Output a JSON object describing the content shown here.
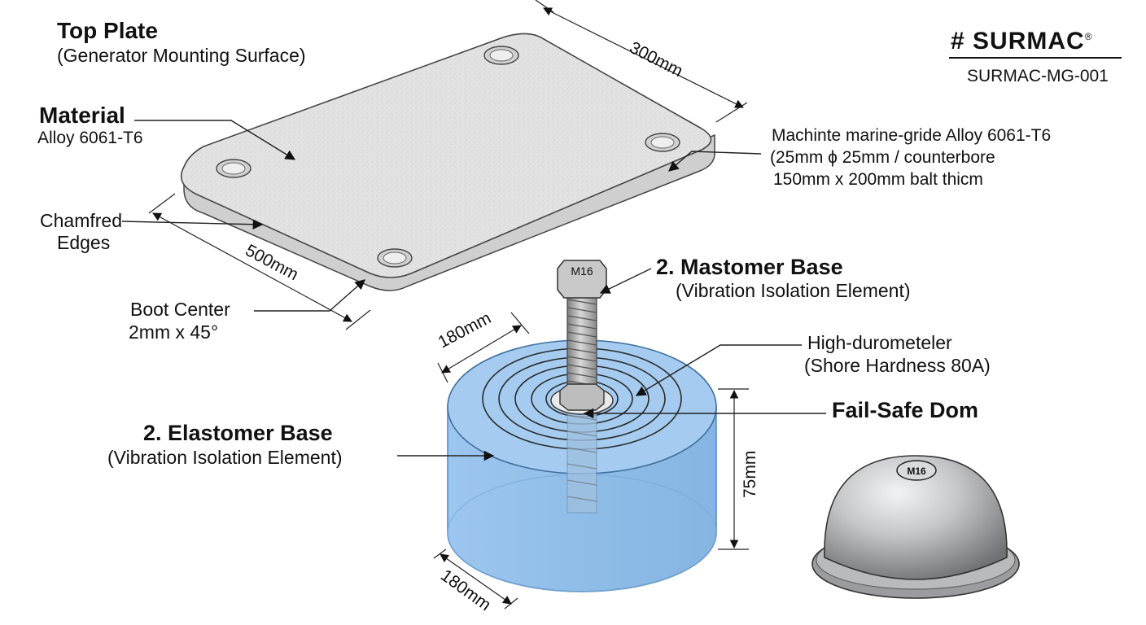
{
  "brand": {
    "logo_text": "# SURMAC",
    "registered_mark": "®",
    "part_number": "SURMAC-MG-001"
  },
  "top_plate": {
    "title": "Top Plate",
    "subtitle": "(Generator Mounting Surface)"
  },
  "material": {
    "title": "Material",
    "value": "Alloy 6061-T6"
  },
  "chamfer": {
    "line1": "Chamfred",
    "line2": "Edges"
  },
  "boot_center": {
    "line1": "Boot Center",
    "line2": "2mm x 45°"
  },
  "plate_note": {
    "line1": "Machinte marine-gride Alloy 6061-T6",
    "line2": "(25mm ϕ 25mm / counterbore",
    "line3": "150mm x 200mm balt thicm"
  },
  "dimensions": {
    "plate_length": "300mm",
    "plate_width": "500mm",
    "base_top_diameter": "180mm",
    "base_height": "75mm",
    "base_bottom_diameter": "180mm"
  },
  "bolt": {
    "size_label": "M16"
  },
  "mastomer_base": {
    "title": "2. Mastomer Base",
    "subtitle": "(Vibration Isolation Element)"
  },
  "durometer": {
    "line1": "High-durometeler",
    "line2": "(Shore Hardness 80A)"
  },
  "fail_safe": {
    "title": "Fail-Safe Dom",
    "cap_label": "M16"
  },
  "elastomer_base": {
    "title": "2. Elastomer Base",
    "subtitle": "(Vibration Isolation Element)"
  },
  "colors": {
    "plate_fill": "#e4e4e4",
    "plate_edge": "#cfcfcf",
    "elastomer_fill": "#8fbde8",
    "elastomer_edge": "#5d8fc4",
    "bolt_metal": "#a9a9a9",
    "dome_metal": "#c4c6c8"
  }
}
